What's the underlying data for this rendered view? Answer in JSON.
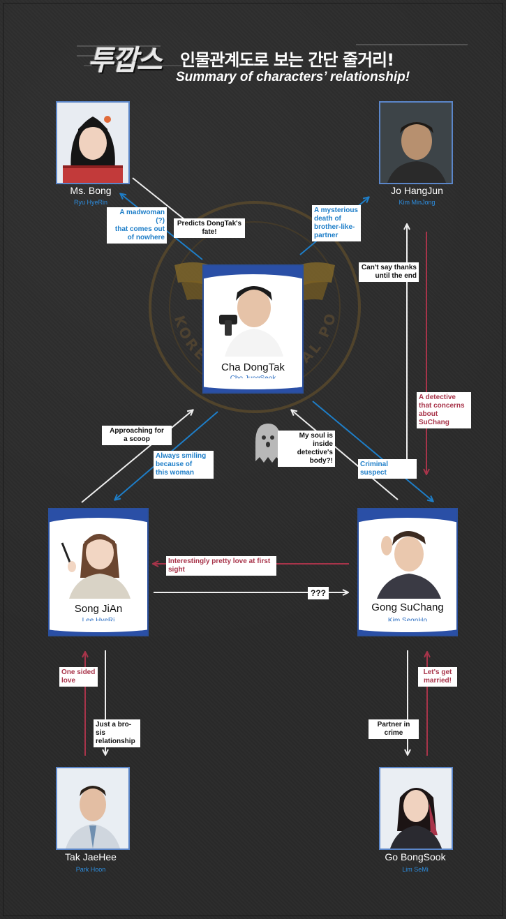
{
  "header": {
    "logo_text": "투깝스",
    "title_ko": "인물관계도로 보는 간단 줄거리!",
    "title_en": "Summary of characters’ relationship!"
  },
  "emblem": {
    "text": "KOREAN NATIONAL POLICE AGENCY"
  },
  "characters": {
    "ms_bong": {
      "name": "Ms. Bong",
      "actor": "Ryu HyeRin"
    },
    "jo": {
      "name": "Jo HangJun",
      "actor": "Kim MinJong"
    },
    "cha": {
      "name": "Cha DongTak",
      "actor": "Cho JungSeok"
    },
    "song": {
      "name": "Song JiAn",
      "actor": "Lee HyeRi"
    },
    "gong": {
      "name": "Gong SuChang",
      "actor": "Kim SeonHo"
    },
    "tak": {
      "name": "Tak JaeHee",
      "actor": "Park Hoon"
    },
    "go": {
      "name": "Go BongSook",
      "actor": "Lim SeMi"
    }
  },
  "relations": {
    "bong_madwoman": "A madwoman (?)\nthat comes out\nof nowhere",
    "bong_predicts": "Predicts DongTak's\nfate!",
    "jo_death": "A mysterious\ndeath of\nbrother-like-\npartner",
    "jo_thanks": "Can't say thanks\nuntil the end",
    "jo_concerns": "A detective\nthat concerns\nabout SuChang",
    "song_scoop": "Approaching for\na scoop",
    "song_smiling": "Always smiling\nbecause of\nthis woman",
    "gong_soul": "My soul is\ninside detective's\nbody?!",
    "gong_suspect": "Criminal suspect",
    "gong_love": "Interestingly pretty love at first\nsight",
    "song_unknown": "???",
    "tak_onesided": "One sided\nlove",
    "tak_bro": "Just a bro-sis\nrelationship",
    "go_partner": "Partner in\ncrime",
    "go_married": "Let's get\nmarried!"
  },
  "colors": {
    "white_arrow": "#eeeeee",
    "blue_arrow": "#1e7ec8",
    "red_arrow": "#a8344a",
    "card_blue": "#2a4fa6"
  }
}
